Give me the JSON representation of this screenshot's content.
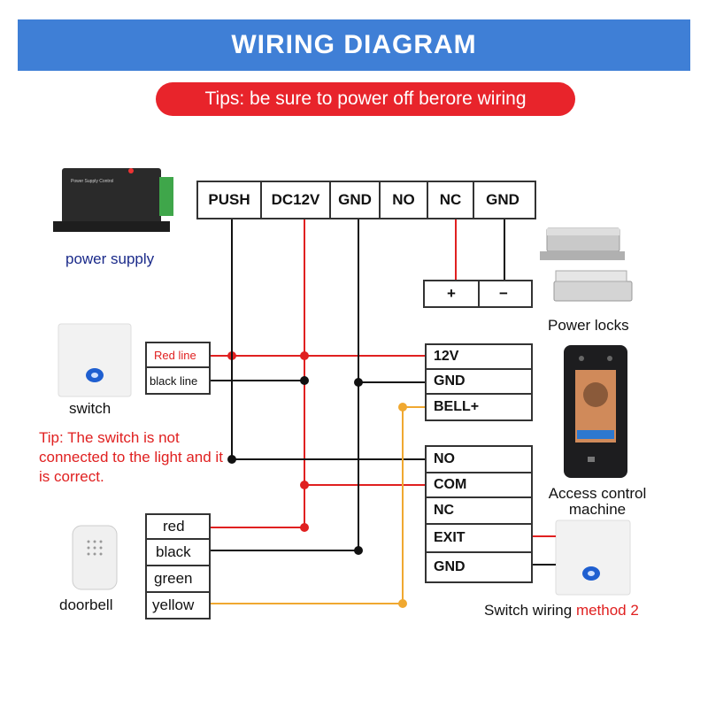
{
  "title": "WIRING DIAGRAM",
  "tips": "Tips: be sure to power off berore wiring",
  "power_supply": {
    "label": "power supply",
    "device_text": "Power Supply Control",
    "terminals": [
      "PUSH",
      "DC12V",
      "GND",
      "NO",
      "NC",
      "GND"
    ]
  },
  "power_locks": {
    "label": "Power locks",
    "terminals": [
      "+",
      "−"
    ]
  },
  "switch": {
    "label": "switch",
    "wires": [
      "Red line",
      "black line"
    ],
    "tip": "Tip: The switch is not connected to the light and it is correct."
  },
  "access_control": {
    "label": "Access control machine",
    "terminals_top": [
      "12V",
      "GND",
      "BELL+"
    ],
    "terminals_bottom": [
      "NO",
      "COM",
      "NC",
      "EXIT",
      "GND"
    ]
  },
  "doorbell": {
    "label": "doorbell",
    "wires": [
      "red",
      "black",
      "green",
      "yellow"
    ]
  },
  "switch_method2": {
    "label_prefix": "Switch wiring",
    "label_highlight": "method 2"
  },
  "colors": {
    "header": "#3f7fd6",
    "tips_bg": "#e8242b",
    "wire_red": "#e02020",
    "wire_black": "#111111",
    "wire_yellow": "#f0a830"
  }
}
